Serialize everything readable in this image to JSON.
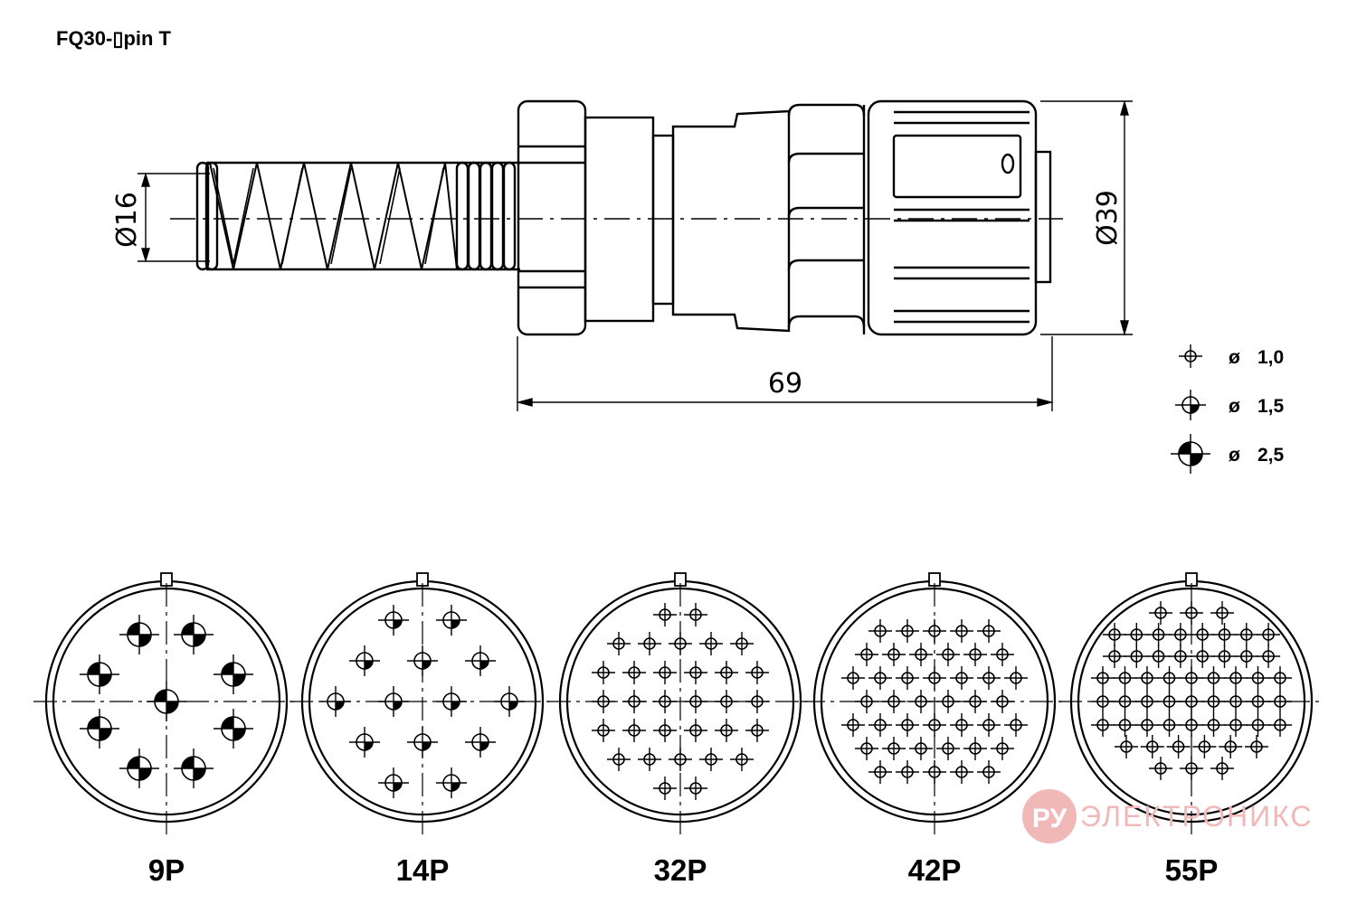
{
  "title": "FQ30-▯pin T",
  "dimensions": {
    "cable_diameter": "Ø16",
    "body_diameter": "Ø39",
    "length": "69"
  },
  "legend": [
    {
      "symbol": "ø",
      "value": "1,0",
      "pin_size": "small"
    },
    {
      "symbol": "ø",
      "value": "1,5",
      "pin_size": "medium"
    },
    {
      "symbol": "ø",
      "value": "2,5",
      "pin_size": "large"
    }
  ],
  "layouts": [
    {
      "label": "9P",
      "pin_count": 9,
      "pin_size": "large"
    },
    {
      "label": "14P",
      "pin_count": 14,
      "pin_size": "medium"
    },
    {
      "label": "32P",
      "pin_count": 32,
      "pin_size": "small"
    },
    {
      "label": "42P",
      "pin_count": 42,
      "pin_size": "small"
    },
    {
      "label": "55P",
      "pin_count": 55,
      "pin_size": "small"
    }
  ],
  "watermark": {
    "badge": "РУ",
    "text": "ЭЛЕКТРОНИКС",
    "color": "#f1b8b8"
  }
}
